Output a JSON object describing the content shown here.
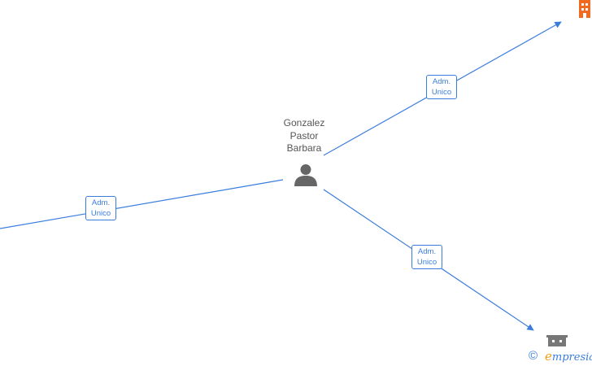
{
  "person": {
    "name_lines": [
      "Gonzalez",
      "Pastor",
      "Barbara"
    ],
    "icon": "person-icon"
  },
  "relations": [
    {
      "role_line1": "Adm.",
      "role_line2": "Unico",
      "target": "company-top-right"
    },
    {
      "role_line1": "Adm.",
      "role_line2": "Unico",
      "target": "company-left"
    },
    {
      "role_line1": "Adm.",
      "role_line2": "Unico",
      "target": "company-bottom-right"
    }
  ],
  "icons": {
    "company_top_right": "building-icon",
    "company_bottom_right": "building-icon"
  },
  "colors": {
    "edge": "#3b7ddd",
    "person_icon": "#666666",
    "company_active": "#f26a21",
    "company_inactive": "#777777",
    "brand_accent": "#f39c12"
  },
  "footer": {
    "copyright_symbol": "©",
    "brand_initial": "e",
    "brand_rest": "mpresia"
  }
}
